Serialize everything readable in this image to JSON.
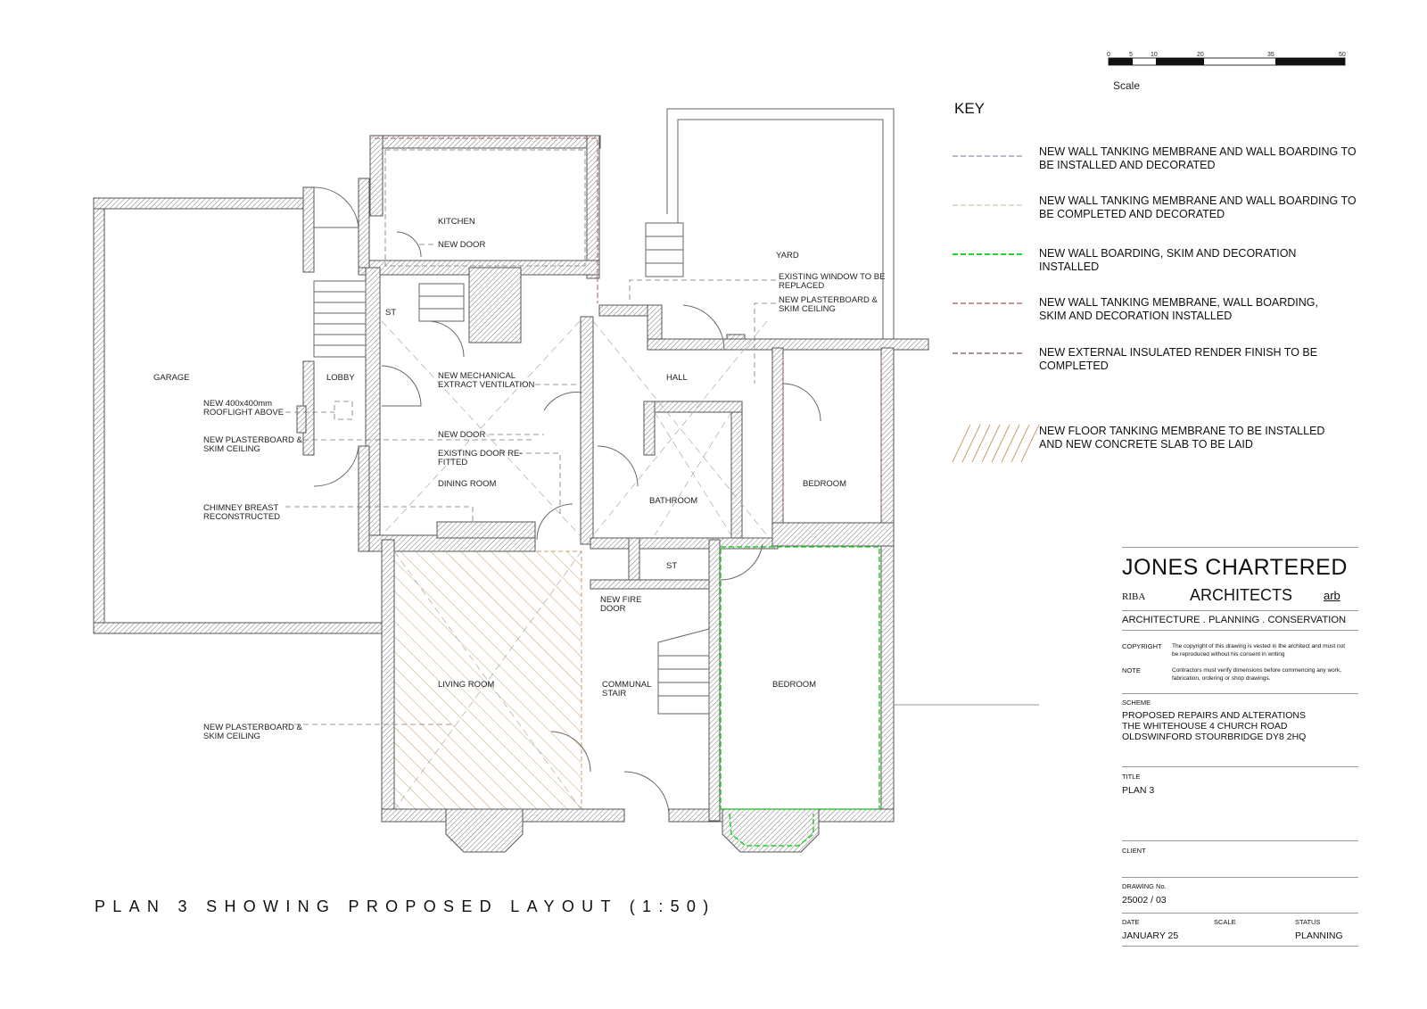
{
  "drawing_title": "PLAN 3 SHOWING PROPOSED LAYOUT (1:50)",
  "scale_bar": {
    "label": "Scale",
    "ticks": [
      "0",
      "5",
      "10",
      "20",
      "35",
      "50"
    ]
  },
  "key": {
    "heading": "KEY",
    "items": [
      {
        "text": "NEW WALL TANKING MEMBRANE AND WALL BOARDING TO BE INSTALLED AND DECORATED",
        "color": "#8c95a5",
        "style": "dashed"
      },
      {
        "text": "NEW WALL TANKING MEMBRANE AND WALL BOARDING TO BE COMPLETED AND DECORATED",
        "color": "#cbc7b2",
        "style": "dashed"
      },
      {
        "text": "NEW WALL BOARDING, SKIM AND DECORATION INSTALLED",
        "color": "#22d42a",
        "style": "dashed"
      },
      {
        "text": "NEW WALL TANKING MEMBRANE, WALL BOARDING, SKIM AND DECORATION INSTALLED",
        "color": "#a35858",
        "style": "dashed"
      },
      {
        "text": "NEW EXTERNAL INSULATED RENDER FINISH TO BE COMPLETED",
        "color": "#7a4f63",
        "style": "dashed"
      },
      {
        "text": "NEW FLOOR TANKING MEMBRANE TO BE INSTALLED AND NEW CONCRETE SLAB TO BE LAID",
        "color": "#c9a06e",
        "style": "hatch"
      }
    ]
  },
  "rooms": {
    "garage": "GARAGE",
    "lobby": "LOBBY",
    "kitchen": "KITCHEN",
    "st1": "ST",
    "dining": "DINING ROOM",
    "hall": "HALL",
    "yard": "YARD",
    "bathroom": "BATHROOM",
    "bedroom1": "BEDROOM",
    "st2": "ST",
    "living": "LIVING ROOM",
    "stair1": "COMMUNAL",
    "stair2": "STAIR",
    "bedroom2": "BEDROOM"
  },
  "notes": {
    "new_door_kitchen": "NEW DOOR",
    "rooflight1": "NEW 400x400mm",
    "rooflight2": "ROOFLIGHT ABOVE",
    "plaster1a": "NEW PLASTERBOARD &",
    "plaster1b": "SKIM CEILING",
    "chimney1": "CHIMNEY BREAST",
    "chimney2": "RECONSTRUCTED",
    "vent1": "NEW MECHANICAL",
    "vent2": "EXTRACT VENTILATION",
    "new_door_dining": "NEW DOOR",
    "existing_door1": "EXISTING DOOR RE-",
    "existing_door2": "FITTED",
    "window1": "EXISTING WINDOW TO BE",
    "window2": "REPLACED",
    "plaster2a": "NEW PLASTERBOARD &",
    "plaster2b": "SKIM CEILING",
    "fire1": "NEW FIRE",
    "fire2": "DOOR",
    "plaster3a": "NEW PLASTERBOARD &",
    "plaster3b": "SKIM CEILING"
  },
  "title_block": {
    "firm_line1": "JONES CHARTERED",
    "firm_line2": "ARCHITECTS",
    "riba": "RIBA",
    "arb": "arb",
    "tagline": "ARCHITECTURE . PLANNING . CONSERVATION",
    "copyright_label": "COPYRIGHT",
    "copyright_text": "The copyright of this drawing is vested in the architect and must not be reproduced without his consent in writing",
    "note_label": "NOTE",
    "note_text": "Contractors must verify dimensions before commencing any work, fabrication, ordering or shop drawings.",
    "scheme_label": "SCHEME",
    "scheme_lines": [
      "PROPOSED REPAIRS AND ALTERATIONS",
      "THE WHITEHOUSE 4 CHURCH ROAD",
      "OLDSWINFORD STOURBRIDGE DY8 2HQ"
    ],
    "title_label": "TITLE",
    "title_value": "PLAN 3",
    "client_label": "CLIENT",
    "drawing_no_label": "DRAWING No.",
    "drawing_no": "25002 / 03",
    "date_label": "DATE",
    "date_value": "JANUARY 25",
    "scale_label": "SCALE",
    "status_label": "STATUS",
    "status_value": "PLANNING"
  }
}
